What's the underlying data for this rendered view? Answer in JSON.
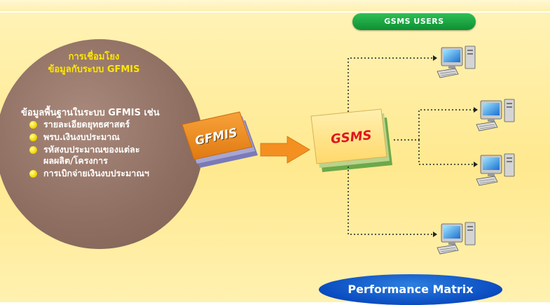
{
  "left_panel": {
    "title_line1": "การเชื่อมโยง",
    "title_line2": "ข้อมูลกับระบบ GFMIS",
    "subtitle": "ข้อมูลพื้นฐานในระบบ GFMIS เช่น",
    "bullets": [
      "รายละเอียดยุทธศาสตร์",
      "พรบ.เงินงบประมาณ",
      "รหัสงบประมาณของแต่ละ",
      "การเบิกจ่ายเงินงบประมาณฯ"
    ],
    "bullet_continuation": "ผลผลิต/โครงการ"
  },
  "boxes": {
    "gfmis_label": "GFMIS",
    "gsms_label": "GSMS"
  },
  "users_label": "GSMS USERS",
  "performance_label": "Performance Matrix",
  "computers": [
    "computer-icon",
    "computer-icon",
    "computer-icon",
    "computer-icon"
  ],
  "colors": {
    "background": "#ffec96",
    "circle": "#8e6e61",
    "title_yellow": "#ffe600",
    "gfmis_box": "#f08a1e",
    "gsms_box": "#ffdf8a",
    "gsms_text": "#e0141e",
    "arrow": "#f39021",
    "users_pill": "#1aa445",
    "performance": "#0a4cc1"
  }
}
